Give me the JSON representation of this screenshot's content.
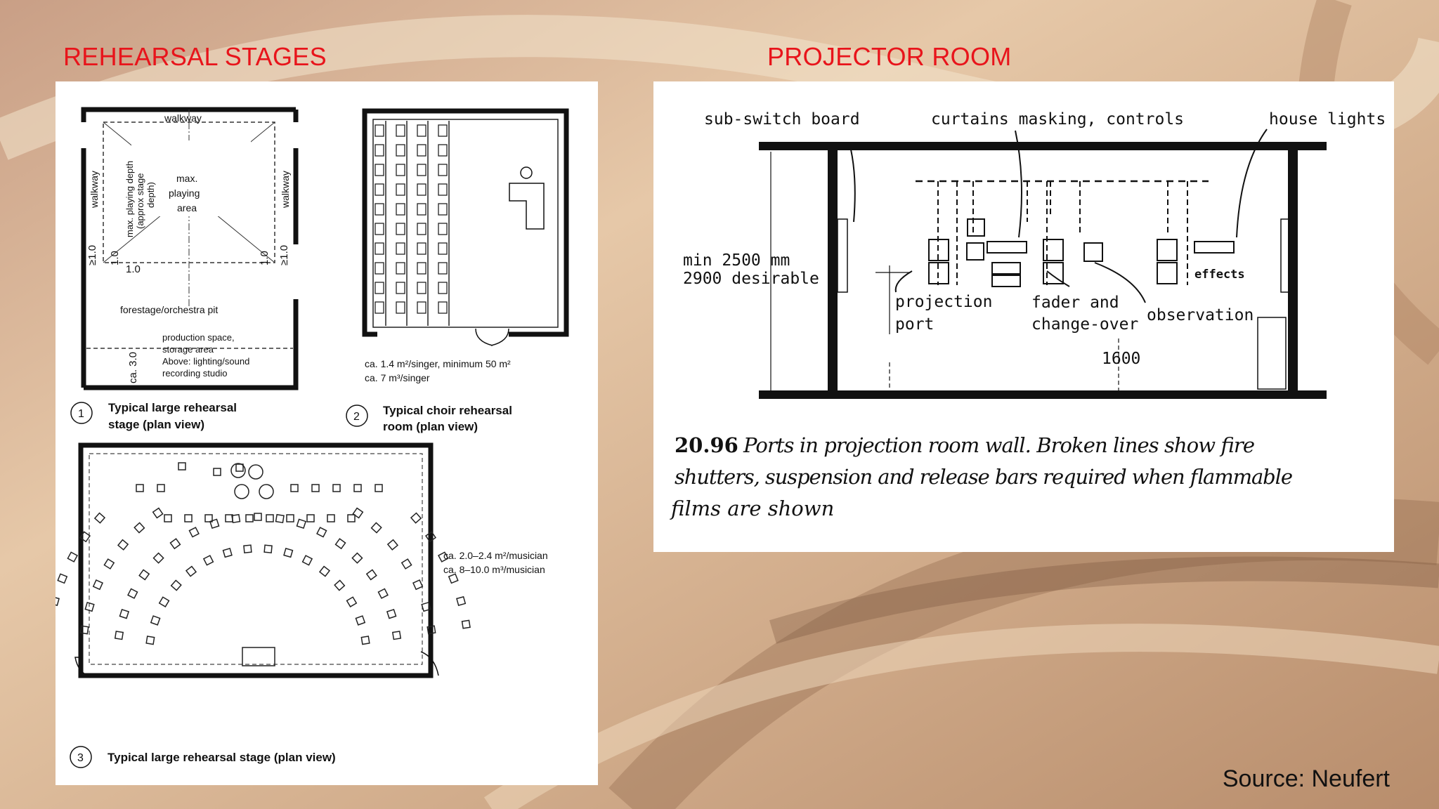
{
  "headings": {
    "left": "REHEARSAL STAGES",
    "right": "PROJECTOR ROOM"
  },
  "source": "Source: Neufert",
  "rehearsal": {
    "fig1": {
      "walkway_top": "walkway",
      "walkway_left": "walkway",
      "walkway_right": "walkway",
      "max_playing_depth": "max. playing depth",
      "approx_stage_depth": "(approx stage",
      "depth_close": "depth)",
      "max_playing_area_1": "max.",
      "max_playing_area_2": "playing",
      "max_playing_area_3": "area",
      "dim_ge_10": "≥1.0",
      "dim_10": "1.0",
      "forestage": "forestage/orchestra pit",
      "production_1": "production space,",
      "production_2": "storage area",
      "production_3": "Above: lighting/sound",
      "production_4": "recording studio",
      "dim_ca30": "ca. 3.0",
      "number": "1",
      "caption_1": "Typical large rehearsal",
      "caption_2": "stage (plan view)"
    },
    "fig2": {
      "note_1": "ca. 1.4 m²/singer, minimum 50 m²",
      "note_2": "ca. 7 m³/singer",
      "number": "2",
      "caption_1": "Typical choir rehearsal",
      "caption_2": "room (plan view)"
    },
    "fig3": {
      "note_1": "ca. 2.0–2.4 m²/musician",
      "note_2": "ca. 8–10.0 m³/musician",
      "number": "3",
      "caption": "Typical large rehearsal stage (plan view)"
    }
  },
  "projector": {
    "label_subswitch": "sub-switch board",
    "label_curtains": "curtains masking, controls",
    "label_houselights": "house lights",
    "label_min": "min 2500 mm",
    "label_desirable": "2900 desirable",
    "label_effects": "effects",
    "label_projection": "projection",
    "label_port": "port",
    "label_fader": "fader and",
    "label_changeover": "change-over",
    "label_observation": "observation",
    "label_1600": "1600",
    "caption_number": "20.96",
    "caption_line1": "Ports in projection room wall. Broken lines show fire",
    "caption_line2": "shutters, suspension and release bars required when flammable",
    "caption_line3": "films are shown"
  }
}
